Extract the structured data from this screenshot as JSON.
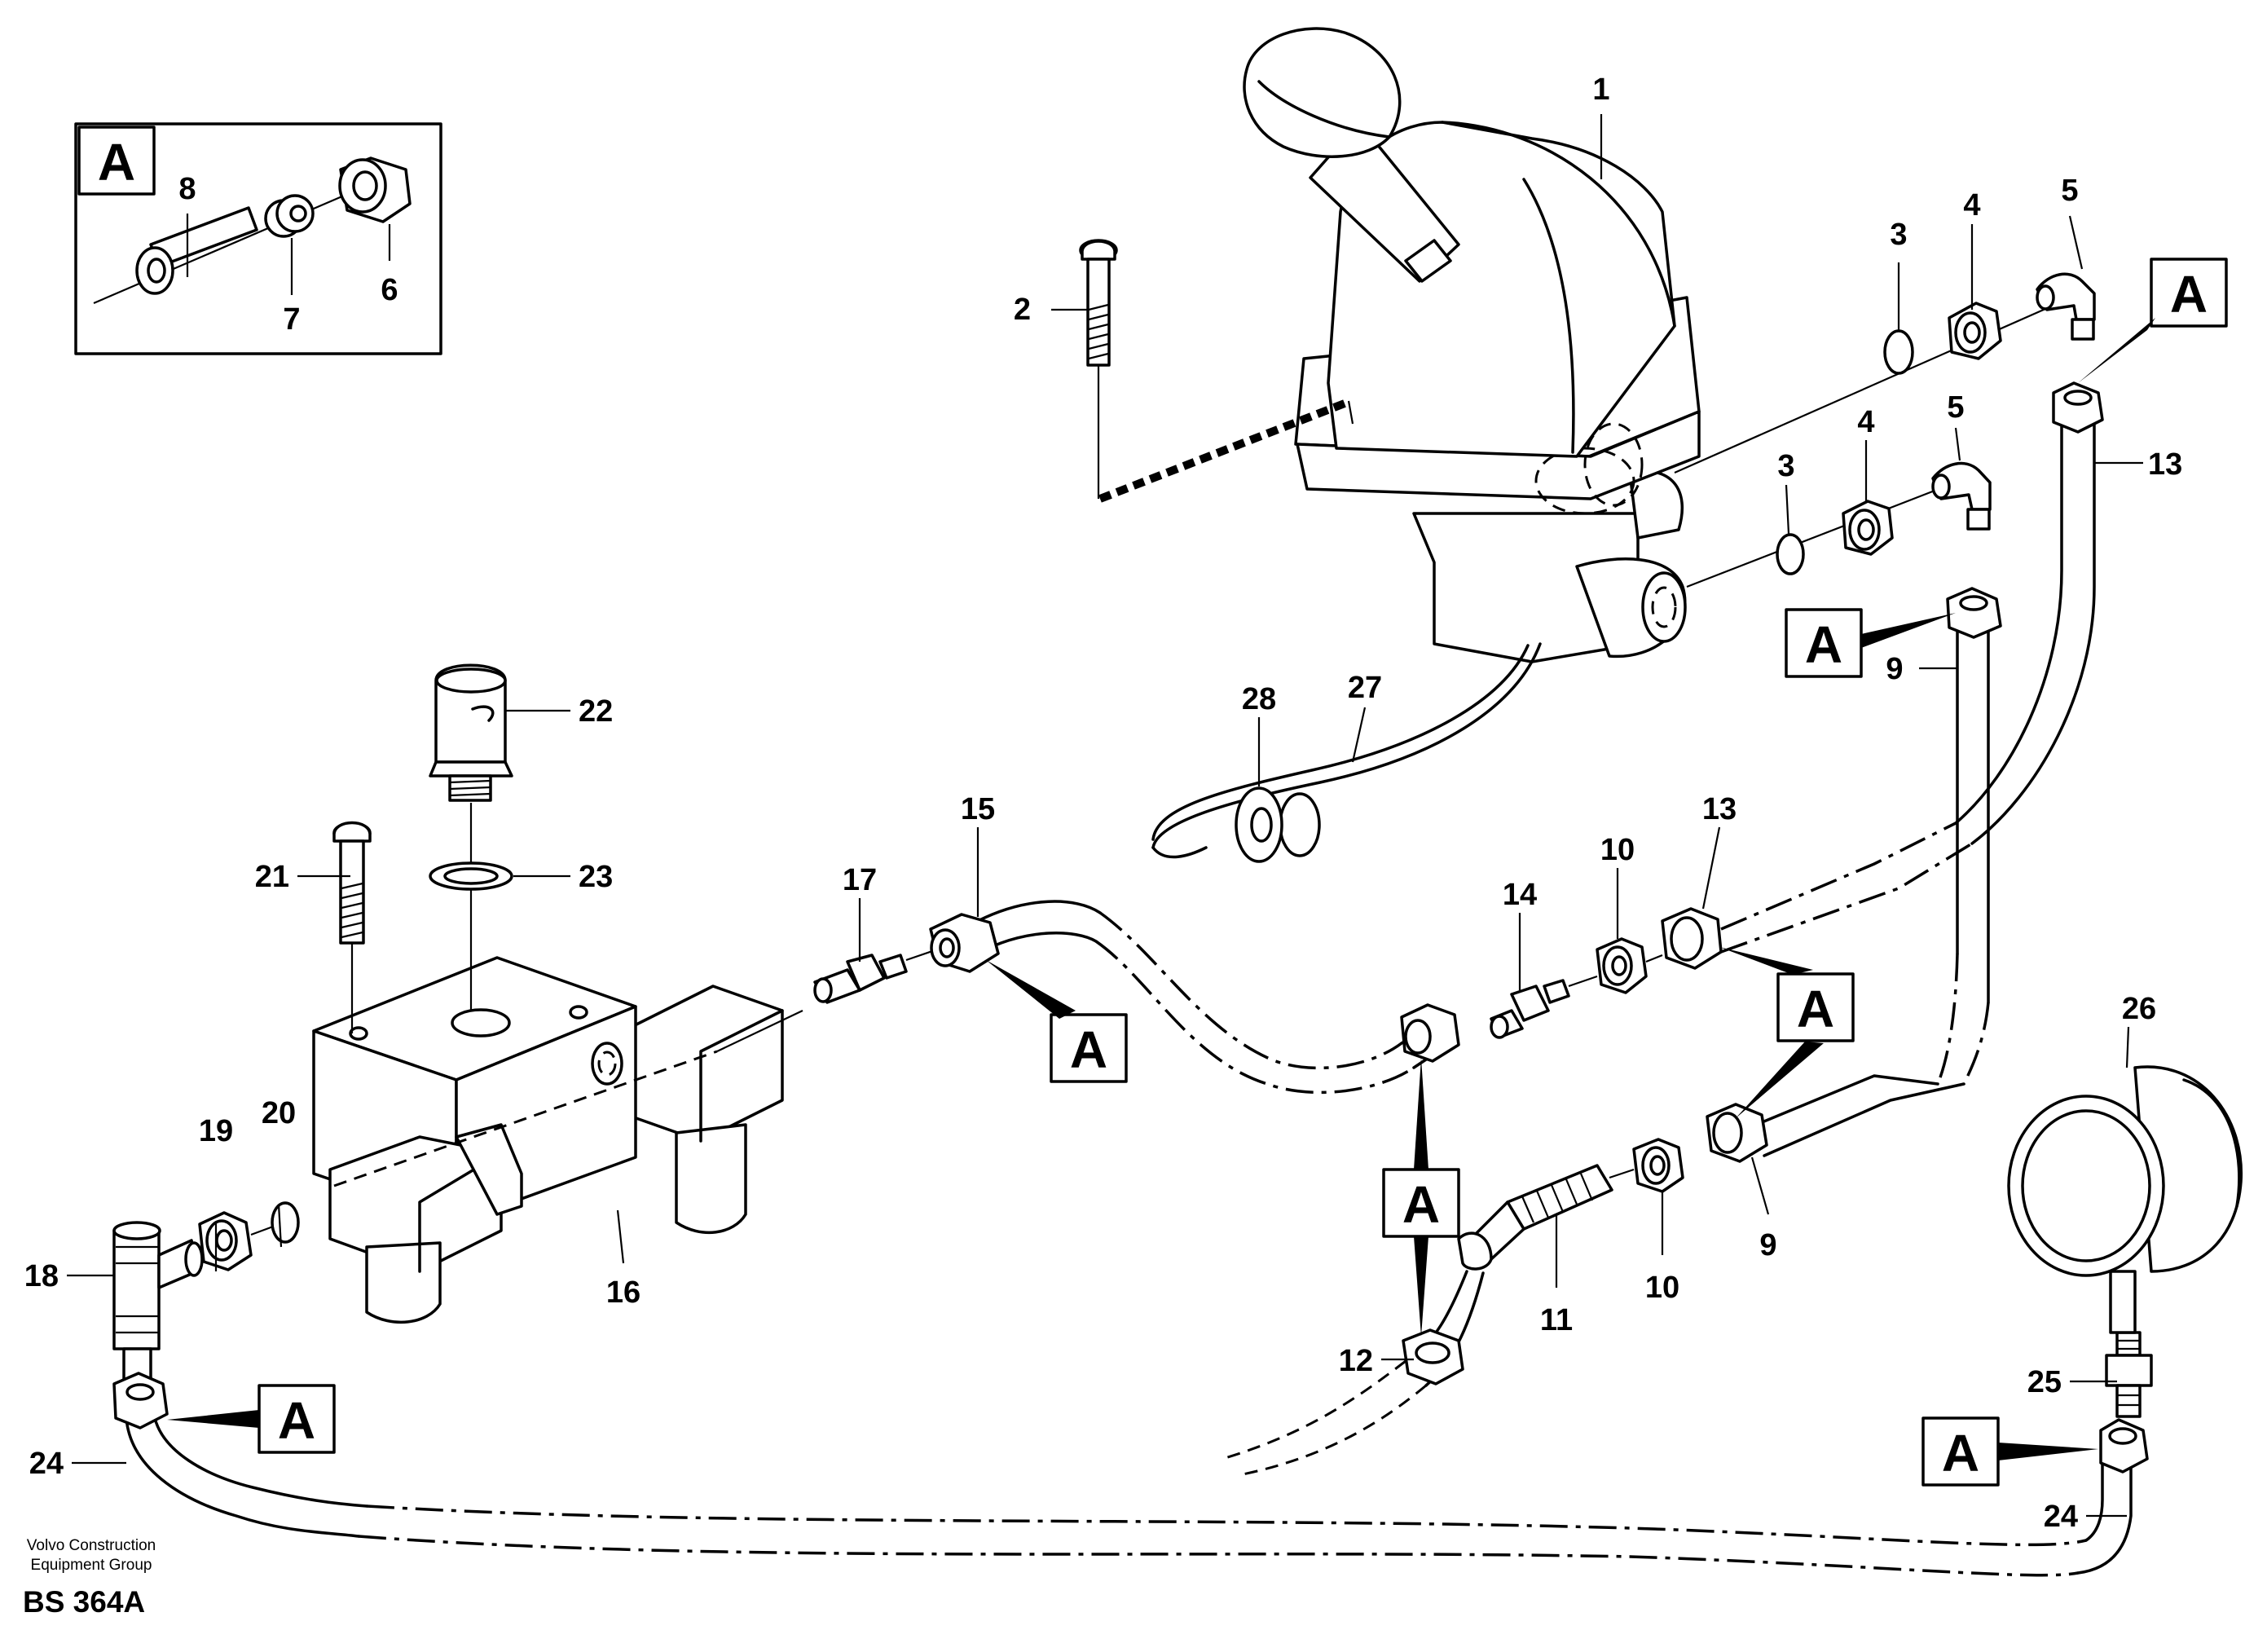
{
  "inset": {
    "tag": "A",
    "labels": {
      "p8": "8",
      "p7": "7",
      "p6": "6"
    }
  },
  "callout_tag": "A",
  "parts": {
    "p1": "1",
    "p2": "2",
    "p3": "3",
    "p4": "4",
    "p5": "5",
    "p9": "9",
    "p10": "10",
    "p11": "11",
    "p12": "12",
    "p13": "13",
    "p14": "14",
    "p15": "15",
    "p16": "16",
    "p17": "17",
    "p18": "18",
    "p19": "19",
    "p20": "20",
    "p21": "21",
    "p22": "22",
    "p23": "23",
    "p24": "24",
    "p25": "25",
    "p26": "26",
    "p27": "27",
    "p28": "28"
  },
  "footer": {
    "company_line1": "Volvo Construction",
    "company_line2": "Equipment Group",
    "drawing_code": "BS 364A"
  }
}
